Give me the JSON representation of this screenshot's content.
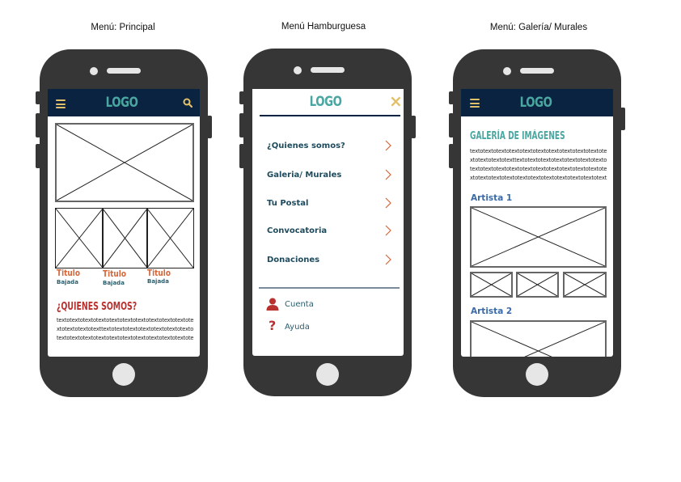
{
  "colors": {
    "phone_body": "#363636",
    "appbar": "#0a2340",
    "logo": "#4aa6a0",
    "accent_gold": "#e2c06a",
    "card_title": "#d4663a",
    "card_subtitle": "#2b5f6e",
    "section_title_red": "#b8312f",
    "menu_text": "#1e4b5e",
    "artist_blue": "#3a6aa8",
    "icon_red": "#b8312f"
  },
  "screens": [
    {
      "caption": "Menú: Principal",
      "logo": "LOGO",
      "icons": [
        "hamburger-icon",
        "search-icon"
      ],
      "cards": [
        {
          "title": "Titulo",
          "subtitle": "Bajada"
        },
        {
          "title": "Titulo",
          "subtitle": "Bajada"
        },
        {
          "title": "Titulo",
          "subtitle": "Bajada"
        }
      ],
      "section_title": "¿QUIENES SOMOS?",
      "body_text": "textotextotextotextotextotextotextotextotextotextotextotextotextotexttextotextotextotextotextotextotextotextotextotextotextotextotextotextotextotextotextotextotextotextotextotex"
    },
    {
      "caption": "Menú Hamburguesa",
      "logo": "LOGO",
      "close_icon": "×",
      "menu_items": [
        {
          "label": "¿Quienes somos?"
        },
        {
          "label": "Galeria/ Murales"
        },
        {
          "label": "Tu Postal"
        },
        {
          "label": "Convocatoria"
        },
        {
          "label": "Donaciones"
        }
      ],
      "footer_items": [
        {
          "label": "Cuenta",
          "icon": "user-icon"
        },
        {
          "label": "Ayuda",
          "icon": "question-icon"
        }
      ]
    },
    {
      "caption": "Menú: Galería/ Murales",
      "logo": "LOGO",
      "section_title": "GALERÍA DE IMÁGENES",
      "body_text": "textotextotextotextotextotextotextotextotextotextotextotextotextotexttextotextotextotextotextotextotextotextotextotextotextotextotextotextotextotextotextotextotextotextotextotextotextotextotextotextotextotextotexto.",
      "artists": [
        {
          "label": "Artista 1"
        },
        {
          "label": "Artista 2"
        }
      ]
    }
  ]
}
